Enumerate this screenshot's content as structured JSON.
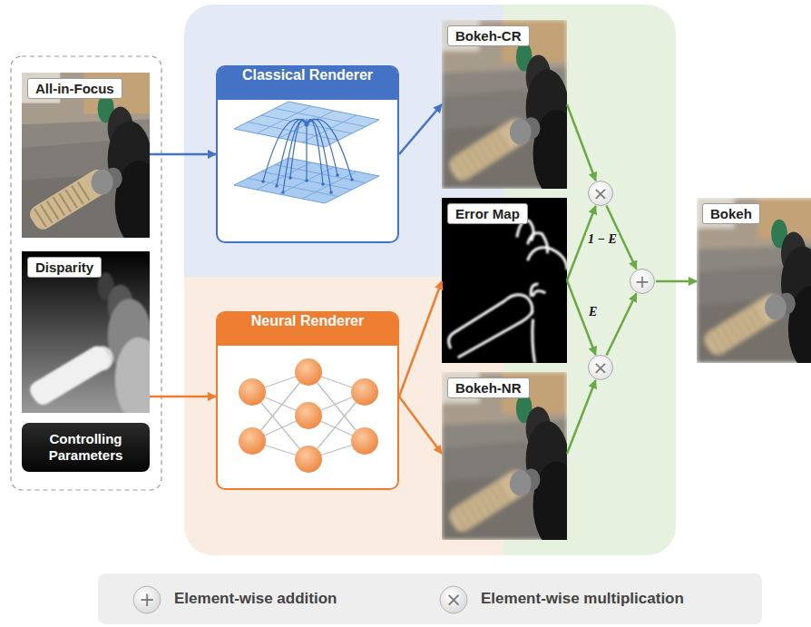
{
  "diagram": {
    "nodes": [
      {
        "text": [
          "All-in-Focus"
        ]
      },
      {
        "text": [
          "Disparity"
        ]
      },
      {
        "text": [
          "Controlling Parameters"
        ]
      },
      {
        "text": [
          "Classical Renderer"
        ]
      },
      {
        "text": [
          "Neural Renderer"
        ]
      },
      {
        "text": [
          "Bokeh-CR"
        ]
      },
      {
        "text": [
          "Error Map"
        ]
      },
      {
        "text": [
          "Bokeh-NR"
        ]
      },
      {
        "text": [
          "×"
        ]
      },
      {
        "text": [
          "×"
        ]
      },
      {
        "text": [
          "+"
        ]
      },
      {
        "text": [
          "Bokeh"
        ]
      }
    ],
    "edges": [
      {
        "from": 0,
        "to": 3,
        "arrow": "to"
      },
      {
        "from": 1,
        "to": 4,
        "arrow": "to"
      },
      {
        "from": 3,
        "to": 5,
        "arrow": "to"
      },
      {
        "from": 4,
        "to": 6,
        "arrow": "to"
      },
      {
        "from": 4,
        "to": 7,
        "arrow": "to"
      },
      {
        "from": 5,
        "to": 8,
        "arrow": "to"
      },
      {
        "from": 6,
        "to": 8,
        "label": "1 − E",
        "arrow": "to"
      },
      {
        "from": 6,
        "to": 9,
        "label": "E",
        "arrow": "to"
      },
      {
        "from": 7,
        "to": 9,
        "arrow": "to"
      },
      {
        "from": 8,
        "to": 10,
        "arrow": "to"
      },
      {
        "from": 9,
        "to": 10,
        "arrow": "to"
      },
      {
        "from": 10,
        "to": 11,
        "arrow": "to"
      }
    ],
    "labels": [
      "+",
      "×"
    ],
    "legend": [
      {
        "text": "Element-wise addition"
      },
      {
        "text": "Element-wise multiplication"
      }
    ]
  }
}
